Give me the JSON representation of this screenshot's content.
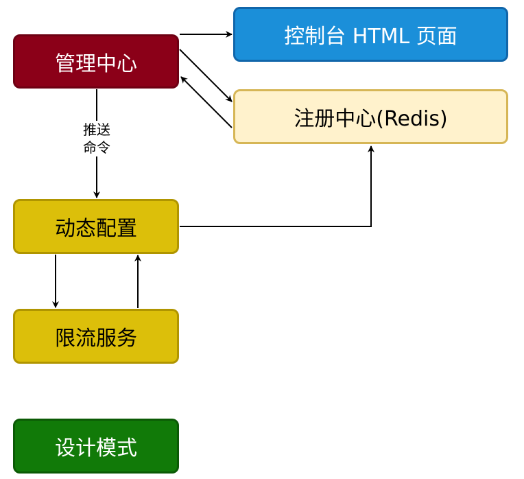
{
  "nodes": {
    "management_center": "管理中心",
    "console_page": "控制台 HTML 页面",
    "registry": "注册中心(Redis)",
    "dynamic_config": "动态配置",
    "rate_limit_service": "限流服务",
    "design_pattern": "设计模式"
  },
  "edge_label": {
    "line1": "推送",
    "line2": "命令"
  },
  "colors": {
    "management_center": "#8b0018",
    "console_page": "#1b8fd9",
    "registry": "#fff2cc",
    "dynamic_config": "#dcbf0a",
    "rate_limit_service": "#dcbf0a",
    "design_pattern": "#117a08"
  }
}
